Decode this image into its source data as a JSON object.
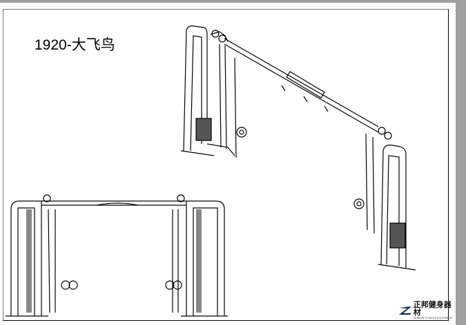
{
  "title": "1920-大飞鸟",
  "logo": {
    "cn": "正邦健身器材",
    "en": "ZENBON FITNESS EQUIPMENT"
  }
}
